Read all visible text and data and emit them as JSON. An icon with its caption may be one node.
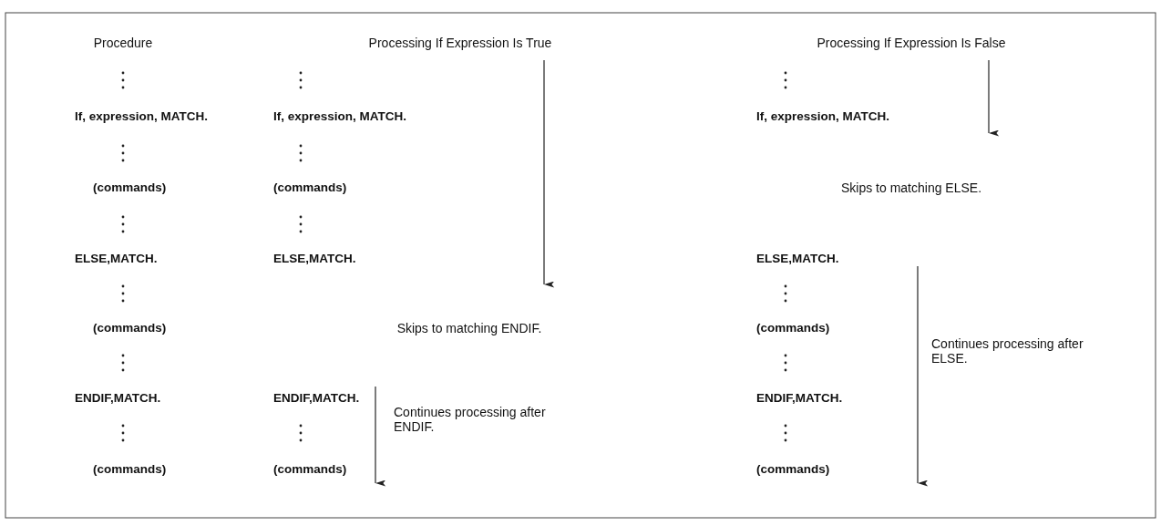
{
  "diagram": {
    "labels": [
      "Procedure",
      "Processing If Expression Is True",
      "Processing If Expression Is False",
      "If, expression, MATCH.",
      "If, expression, MATCH.",
      "If, expression, MATCH.",
      "(commands)",
      "(commands)",
      "Skips to matching ELSE.",
      "ELSE,MATCH.",
      "ELSE,MATCH.",
      "ELSE,MATCH.",
      "(commands)",
      "Skips to matching ENDIF.",
      "(commands)",
      "Continues processing after ELSE.",
      "ENDIF,MATCH.",
      "ENDIF,MATCH.",
      "Continues processing after ENDIF.",
      "ENDIF,MATCH.",
      "(commands)",
      "(commands)",
      "(commands)"
    ]
  }
}
